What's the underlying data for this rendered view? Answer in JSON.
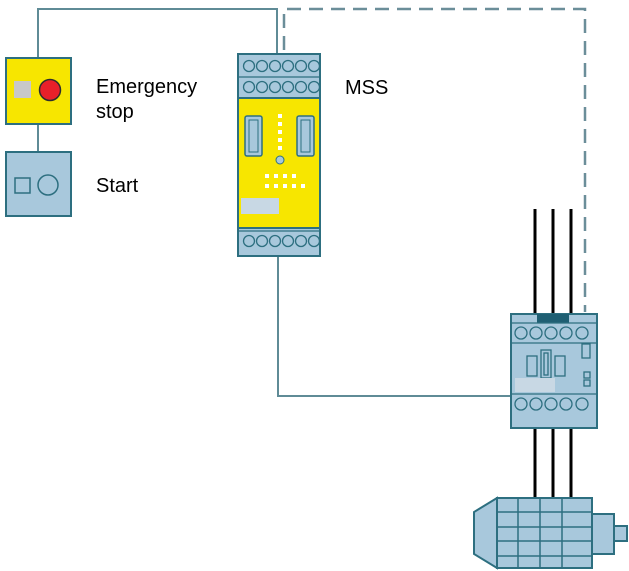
{
  "labels": {
    "emergency_stop_line1": "Emergency",
    "emergency_stop_line2": "stop",
    "start": "Start",
    "mss": "MSS"
  },
  "colors": {
    "wire": "#5f8b96",
    "dashed_wire": "#6b8e99",
    "device_fill": "#a8c8dc",
    "device_stroke": "#2d6f80",
    "yellow": "#f7e600",
    "red": "#e8202a",
    "power_line": "#000000",
    "label_panel": "#c8d8e4"
  },
  "icons": {
    "emergency_stop": "emergency-stop-button-icon",
    "start": "start-button-icon",
    "mss": "modular-safety-system-icon",
    "contactor": "contactor-icon",
    "motor": "motor-icon"
  }
}
